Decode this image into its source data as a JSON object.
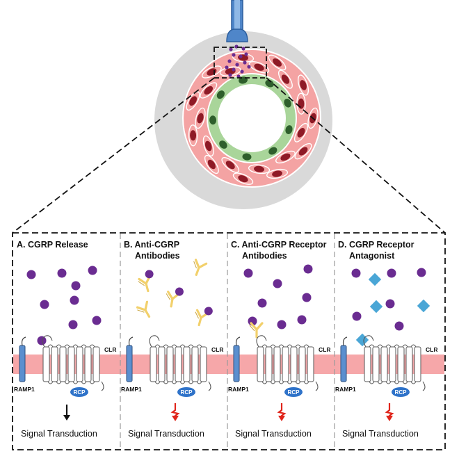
{
  "panels": [
    {
      "title_line1": "A.  CGRP Release",
      "title_line2": "",
      "signal_label": "Signal Transduction",
      "signal_blocked": false,
      "ligand": "cgrp-peptide",
      "blocker": "none"
    },
    {
      "title_line1": "B.  Anti-CGRP",
      "title_line2": "Antibodies",
      "signal_label": "Signal Transduction",
      "signal_blocked": true,
      "ligand": "cgrp-peptide",
      "blocker": "anti-cgrp-antibody"
    },
    {
      "title_line1": "C.  Anti-CGRP Receptor",
      "title_line2": "Antibodies",
      "signal_label": "Signal Transduction",
      "signal_blocked": true,
      "ligand": "cgrp-peptide",
      "blocker": "receptor-antibody"
    },
    {
      "title_line1": "D.  CGRP Receptor",
      "title_line2": "Antagonist",
      "signal_label": "Signal Transduction",
      "signal_blocked": true,
      "ligand": "cgrp-peptide",
      "blocker": "small-molecule-antagonist"
    }
  ],
  "receptor_labels": {
    "ramp": "RAMP1",
    "clr": "CLR",
    "rcp": "RCP"
  },
  "colors": {
    "cgrp": "#6a2c91",
    "antibody": "#f2d06b",
    "antagonist": "#4aa6d6",
    "membrane": "#f6a7a9",
    "ramp": "#5b8fcf",
    "rcp": "#2f73c9",
    "muscle": "#f4a3a3",
    "muscle_nucleus": "#8e1a26",
    "endothelium": "#a9d59a",
    "endo_nucleus": "#2e5f2c",
    "blocked_arrow": "#e0251b",
    "active_arrow": "#111111",
    "nerve": "#4f86c9"
  }
}
